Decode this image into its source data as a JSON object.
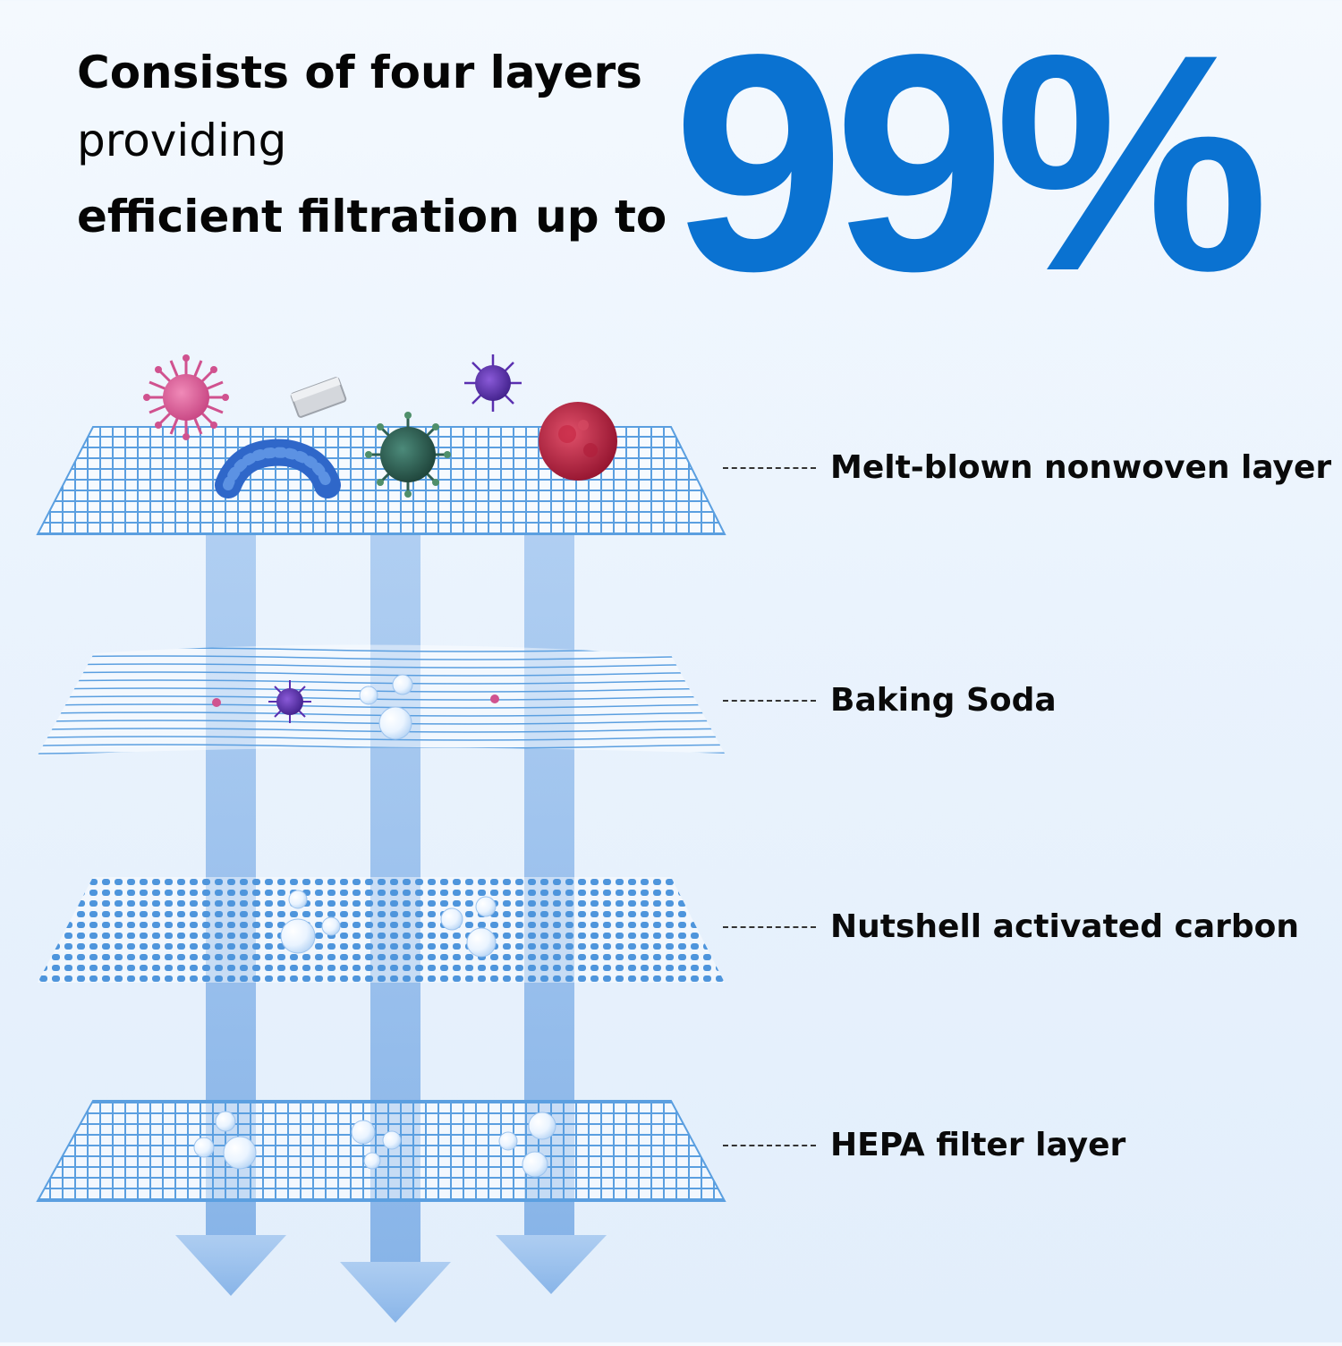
{
  "headline": {
    "line1": "Consists of four layers",
    "line2": "providing",
    "line3": "efficient filtration up to",
    "percent": "99%"
  },
  "layers": [
    {
      "label": "Melt-blown nonwoven layer"
    },
    {
      "label": "Baking Soda"
    },
    {
      "label": "Nutshell activated carbon"
    },
    {
      "label": "HEPA filter layer"
    }
  ],
  "colors": {
    "accent": "#0a72d1",
    "mesh": "#5b9fe0",
    "arrow": "#8fb8ea",
    "text": "#050505"
  },
  "icons": [
    "virus-pink-icon",
    "debris-gray-icon",
    "virus-purple-icon",
    "bacteria-blue-icon",
    "virus-green-icon",
    "cell-red-icon",
    "bubble-icon"
  ]
}
